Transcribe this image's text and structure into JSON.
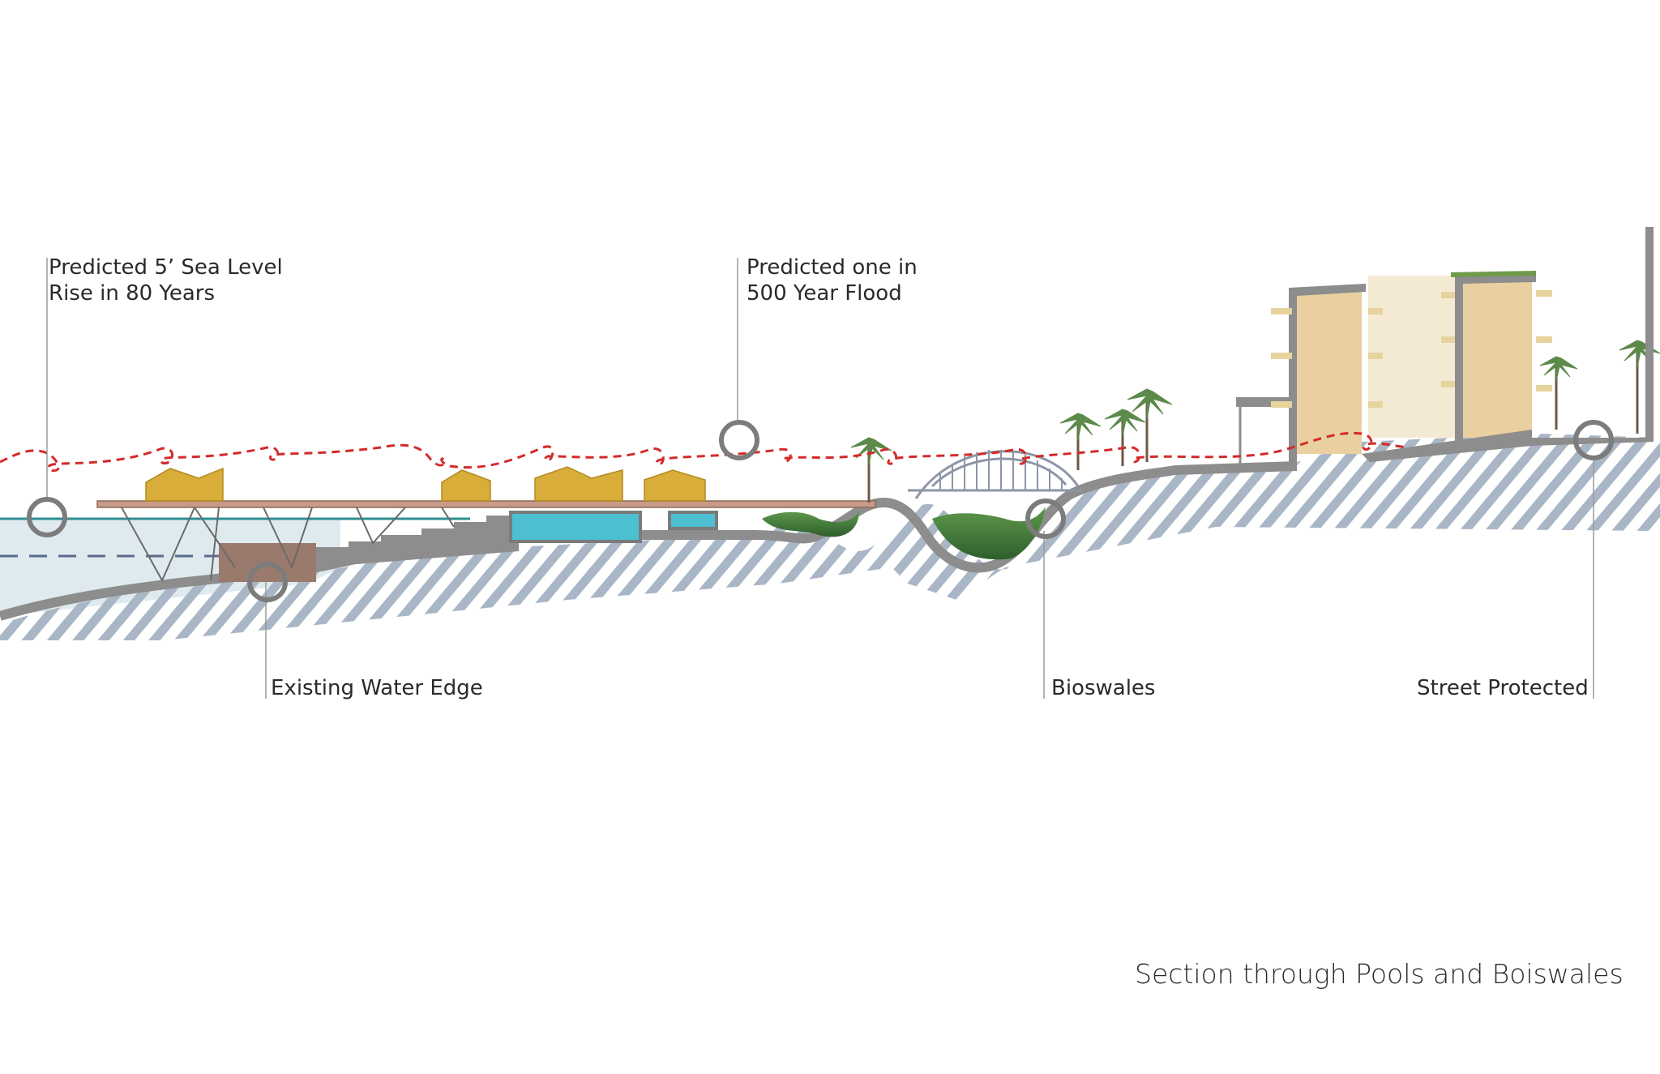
{
  "callouts": {
    "sea_level_line1": "Predicted 5’ Sea Level",
    "sea_level_line2": "Rise in 80 Years",
    "flood_line1": "Predicted one in",
    "flood_line2": "500 Year Flood",
    "water_edge": "Existing Water Edge",
    "bioswales": "Bioswales",
    "street": "Street Protected"
  },
  "caption": "Section through Pools and Boiswales",
  "colors": {
    "ground_hatch": "#a9b6c6",
    "ground_outline": "#8a8a8a",
    "flood_line": "#d42a2a",
    "water": "#dde9ee",
    "water_line": "#2f8f94",
    "pool": "#4cbfd0",
    "building": "#ead0a0",
    "roof_cabana": "#d9ad3a",
    "vegetation": "#3f7a3a"
  },
  "icons": [
    "circle-marker-icon",
    "palm-tree-icon",
    "arch-bridge-icon"
  ]
}
